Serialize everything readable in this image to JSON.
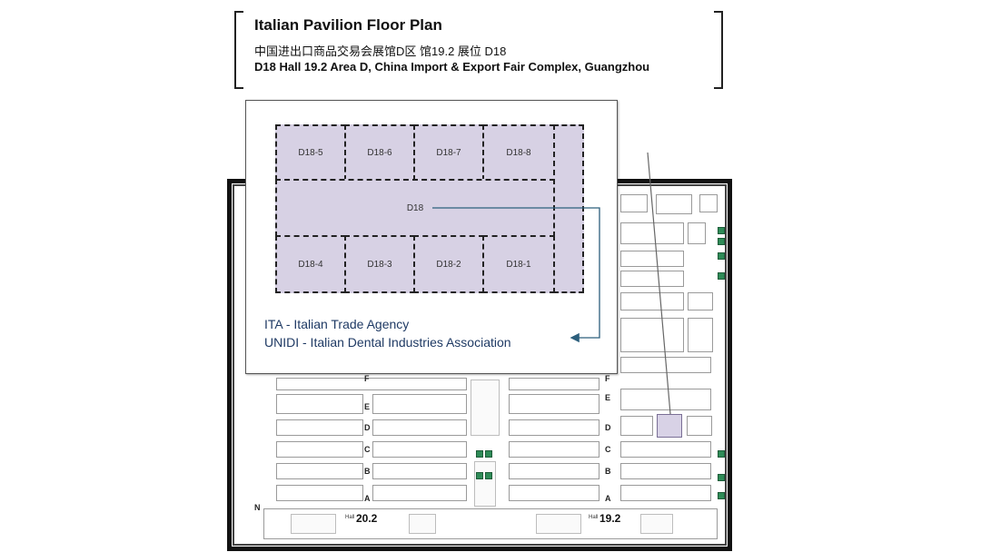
{
  "header": {
    "title": "Italian Pavilion Floor Plan",
    "subtitle_cn": "中国进出口商品交易会展馆D区 馆19.2 展位 D18",
    "subtitle_en": "D18 Hall 19.2 Area D, China Import & Export Fair Complex, Guangzhou"
  },
  "zoom": {
    "top_row": [
      "D18-5",
      "D18-6",
      "D18-7",
      "D18-8"
    ],
    "middle": "D18",
    "bottom_row": [
      "D18-4",
      "D18-3",
      "D18-2",
      "D18-1"
    ],
    "legend": [
      "ITA - Italian Trade Agency",
      "UNIDI - Italian Dental Industries Association"
    ]
  },
  "hall": {
    "row_letters_left": [
      "F",
      "E",
      "D",
      "C",
      "B",
      "A",
      "N"
    ],
    "row_letters_right": [
      "F",
      "E",
      "D",
      "C",
      "B",
      "A"
    ],
    "hall_left": "20.2",
    "hall_right": "19.2",
    "hall_word": "Hall"
  },
  "colors": {
    "booth_fill": "#d7d1e4",
    "legend_text": "#1f3a64",
    "arrow": "#2c5f7c",
    "green_marker": "#2e8b57"
  }
}
